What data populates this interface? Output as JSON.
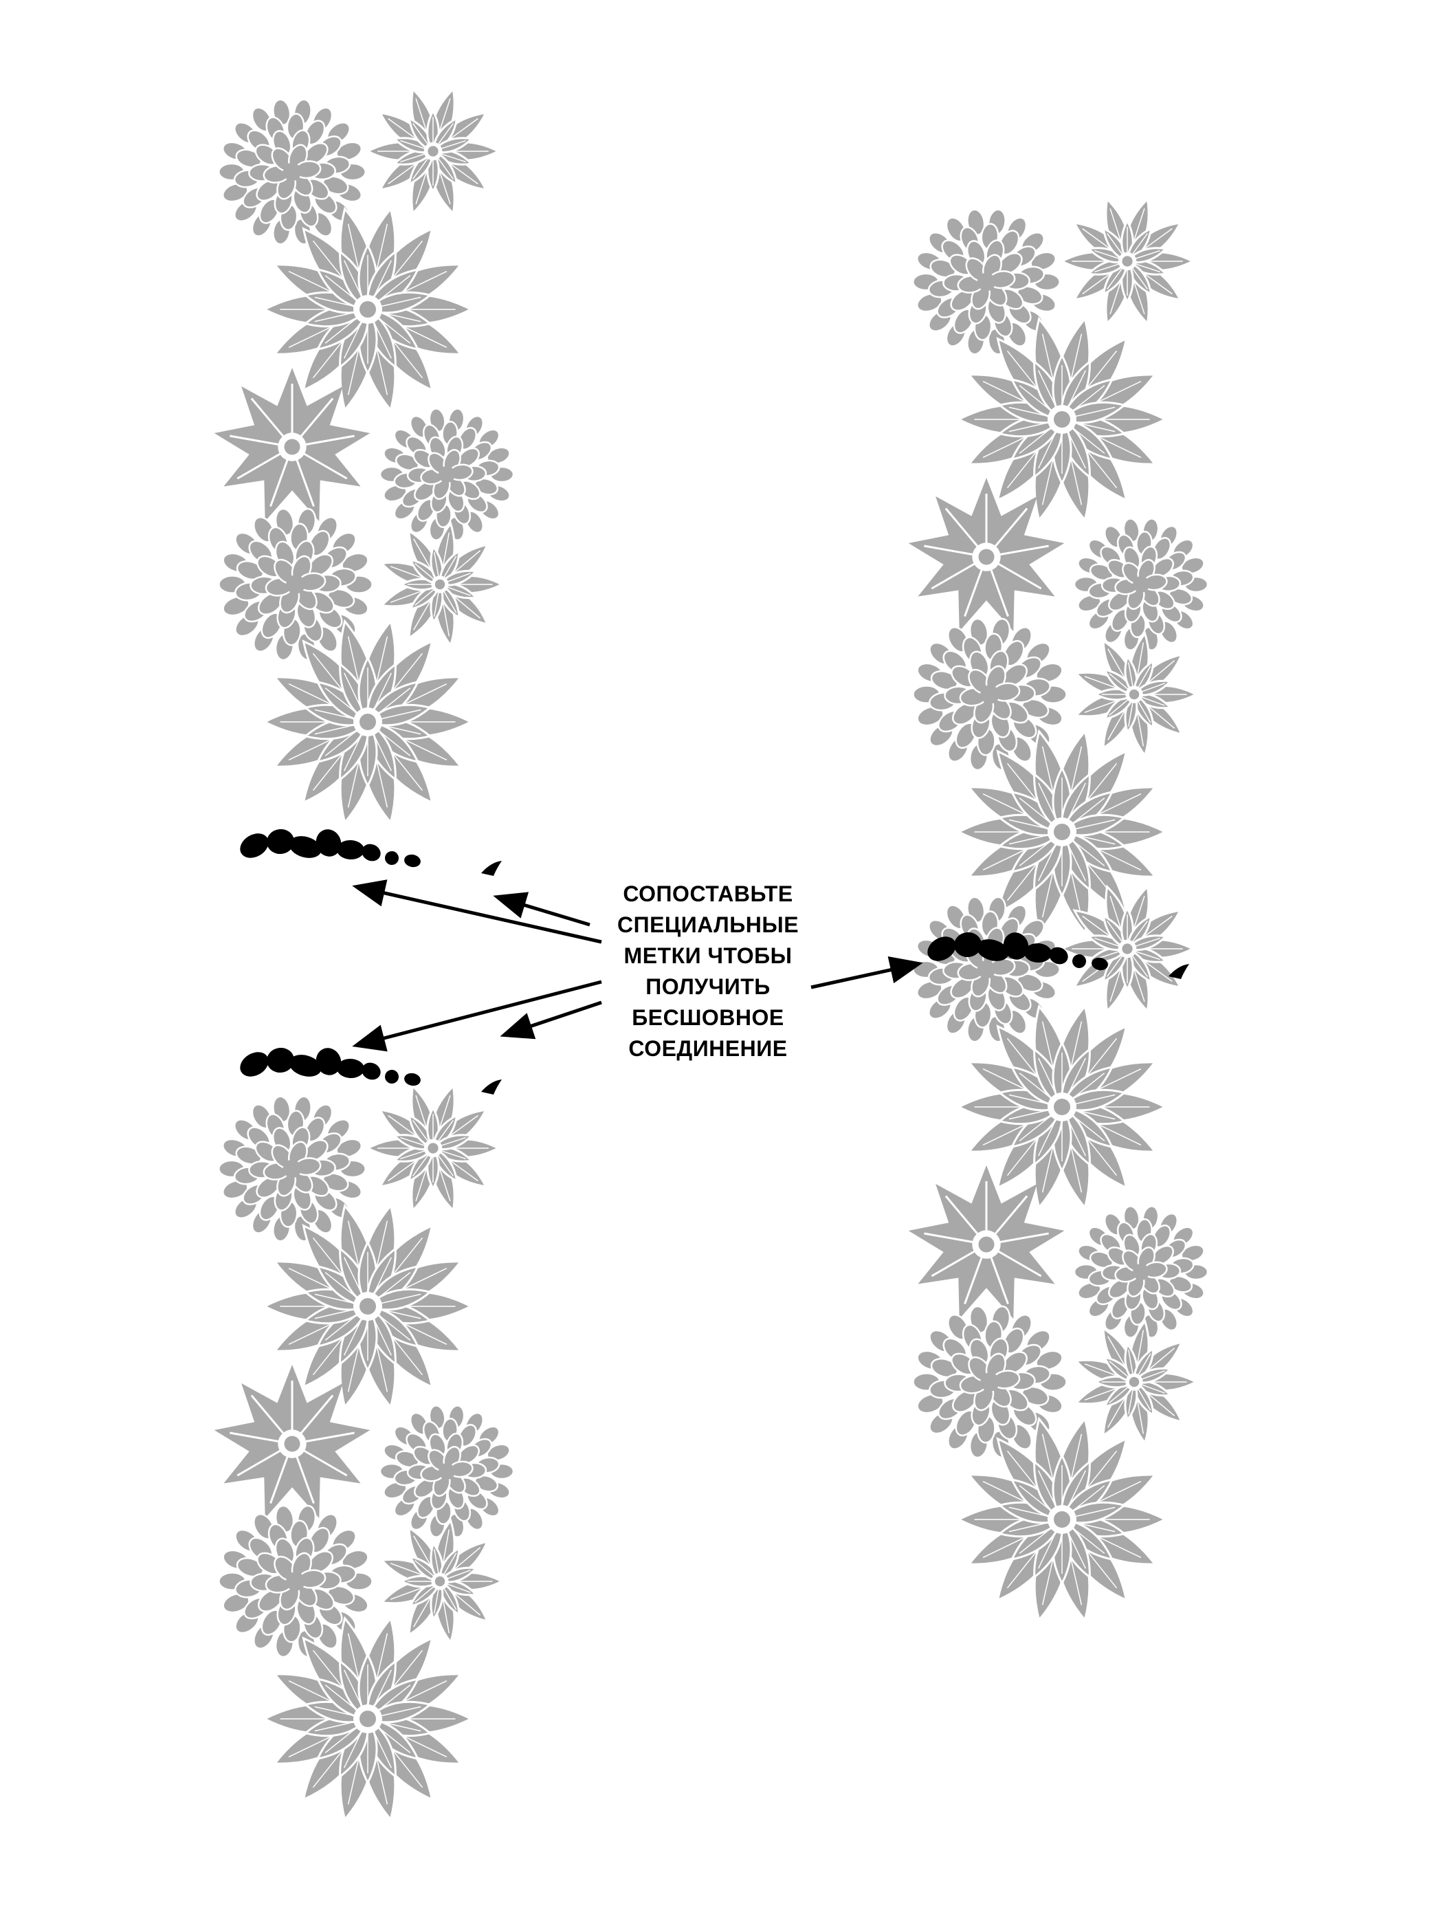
{
  "instruction": {
    "lines": [
      "СОПОСТАВЬТЕ",
      "СПЕЦИАЛЬНЫЕ",
      "МЕТКИ ЧТОБЫ",
      "ПОЛУЧИТЬ",
      "БЕСШОВНОЕ",
      "СОЕДИНЕНИЕ"
    ]
  },
  "colors": {
    "background": "#ffffff",
    "flower": "#a8a8a8",
    "flower_detail": "#ffffff",
    "mark": "#000000",
    "arrow": "#000000"
  },
  "icons": {
    "flower_motifs": [
      "dahlia-flower-icon",
      "chrysanthemum-flower-icon",
      "lotus-flower-icon",
      "peony-flower-icon"
    ],
    "mark": "alignment-mark-icon",
    "arrow": "arrow-icon"
  }
}
